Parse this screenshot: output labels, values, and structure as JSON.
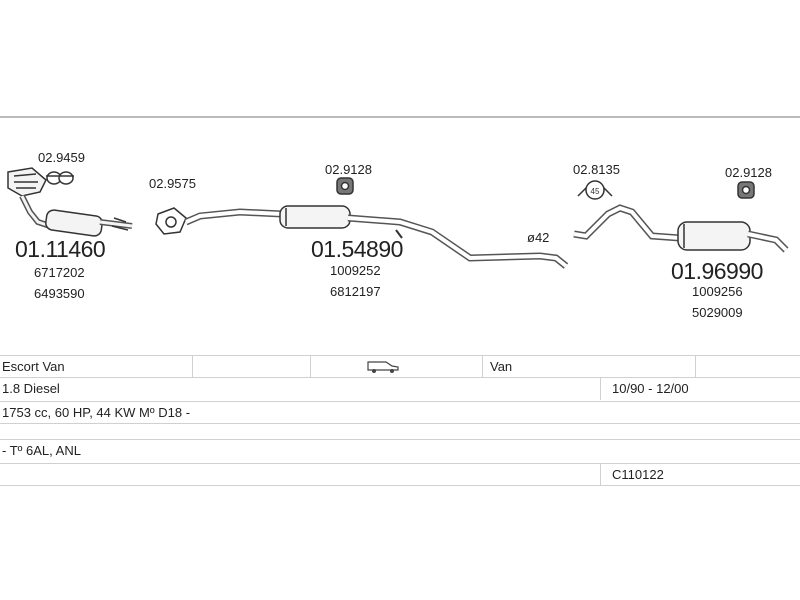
{
  "parts": {
    "cat_clamp": "02.9459",
    "cat_main": "01.11460",
    "cat_ref1": "6717202",
    "cat_ref2": "6493590",
    "gasket": "02.9575",
    "mid_rubber": "02.9128",
    "mid_main": "01.54890",
    "mid_ref1": "1009252",
    "mid_ref2": "6812197",
    "diameter": "ø42",
    "rear_clamp": "02.8135",
    "rear_clamp_size": "45",
    "rear_rubber": "02.9128",
    "rear_main": "01.96990",
    "rear_ref1": "1009256",
    "rear_ref2": "5029009"
  },
  "vehicle": {
    "model": "Escort Van",
    "body": "Van",
    "engine": "1.8 Diesel",
    "years": "10/90 - 12/00",
    "specs": "1753 cc, 60 HP, 44 KW Mº D18 -",
    "extra": "- Tº 6AL, ANL",
    "code": "C110122"
  },
  "icons": {
    "vehicle": "van-icon"
  }
}
